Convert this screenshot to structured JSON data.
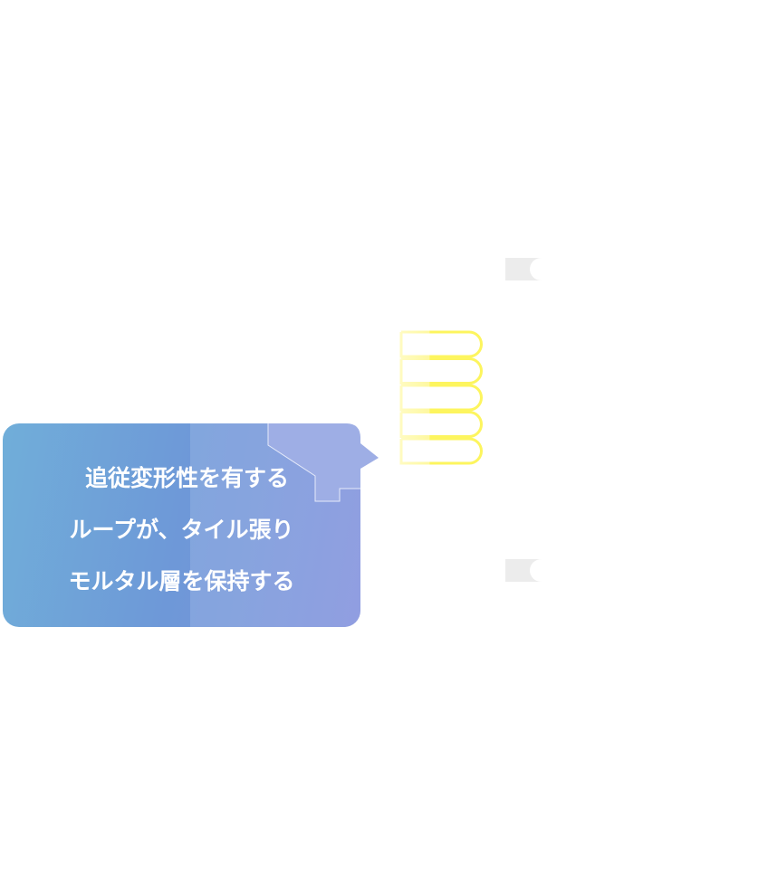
{
  "callout": {
    "lines": [
      "追従変形性を有する",
      "ループが、タイル張り",
      "モルタル層を保持する"
    ],
    "gradient_start": "#70aed9",
    "gradient_end": "#7f8fdc"
  },
  "loops": {
    "count": 5,
    "color": "#fdf55e"
  },
  "markers": {
    "color": "#ececec"
  }
}
